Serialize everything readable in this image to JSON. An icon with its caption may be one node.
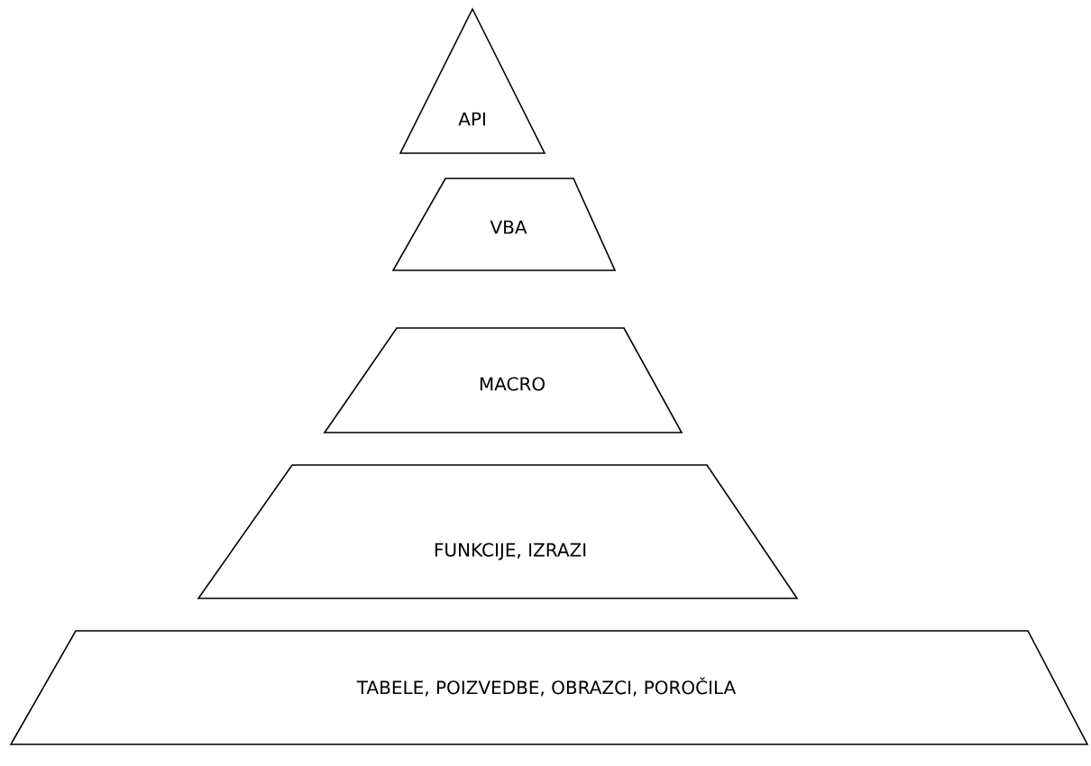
{
  "diagram": {
    "nodes": [
      {
        "text": [
          "API"
        ]
      },
      {
        "text": [
          "VBA"
        ]
      },
      {
        "text": [
          "MACRO"
        ]
      },
      {
        "text": [
          "FUNKCIJE, IZRAZI"
        ]
      },
      {
        "text": [
          "TABELE, POIZVEDBE, OBRAZCI, POROČILA"
        ]
      }
    ]
  }
}
